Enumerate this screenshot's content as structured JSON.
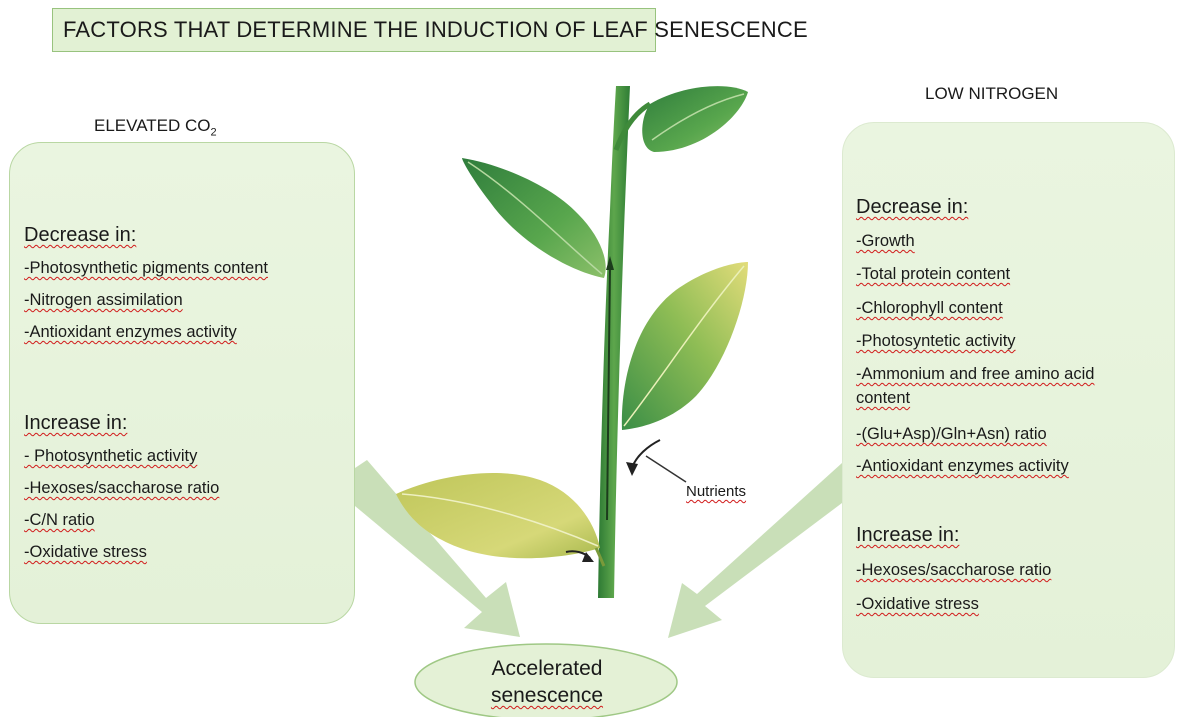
{
  "title": "FACTORS THAT DETERMINE THE INDUCTION OF LEAF SENESCENCE",
  "left": {
    "heading_main": "ELEVATED CO",
    "heading_sub": "2",
    "decrease_title": "Decrease in:",
    "decrease_items": [
      "-Photosynthetic pigments content",
      "-Nitrogen assimilation",
      "-Antioxidant enzymes activity"
    ],
    "increase_title": "Increase in:",
    "increase_items": [
      "- Photosynthetic activity",
      "-Hexoses/saccharose ratio",
      "-C/N ratio",
      "-Oxidative stress"
    ]
  },
  "right": {
    "heading": "LOW NITROGEN",
    "decrease_title": "Decrease in:",
    "decrease_items": [
      "-Growth",
      "-Total  protein content",
      "-Chlorophyll content",
      "-Photosyntetic activity",
      "-Ammonium and free amino acid",
      "content",
      "-(Glu+Asp)/Gln+Asn) ratio",
      "-Antioxidant enzymes activity"
    ],
    "increase_title": "Increase  in:",
    "increase_items": [
      "-Hexoses/saccharose ratio",
      "-Oxidative stress"
    ]
  },
  "nutrients_label": "Nutrients",
  "outcome": {
    "line1": "Accelerated",
    "line2": "senescence"
  },
  "colors": {
    "panel_fill": "#e6f2da",
    "arrow_fill": "#c5dcb3",
    "stem": "#3f8a3a",
    "leaf_green": "#3c8f45",
    "leaf_yellow": "#cfd46a"
  }
}
